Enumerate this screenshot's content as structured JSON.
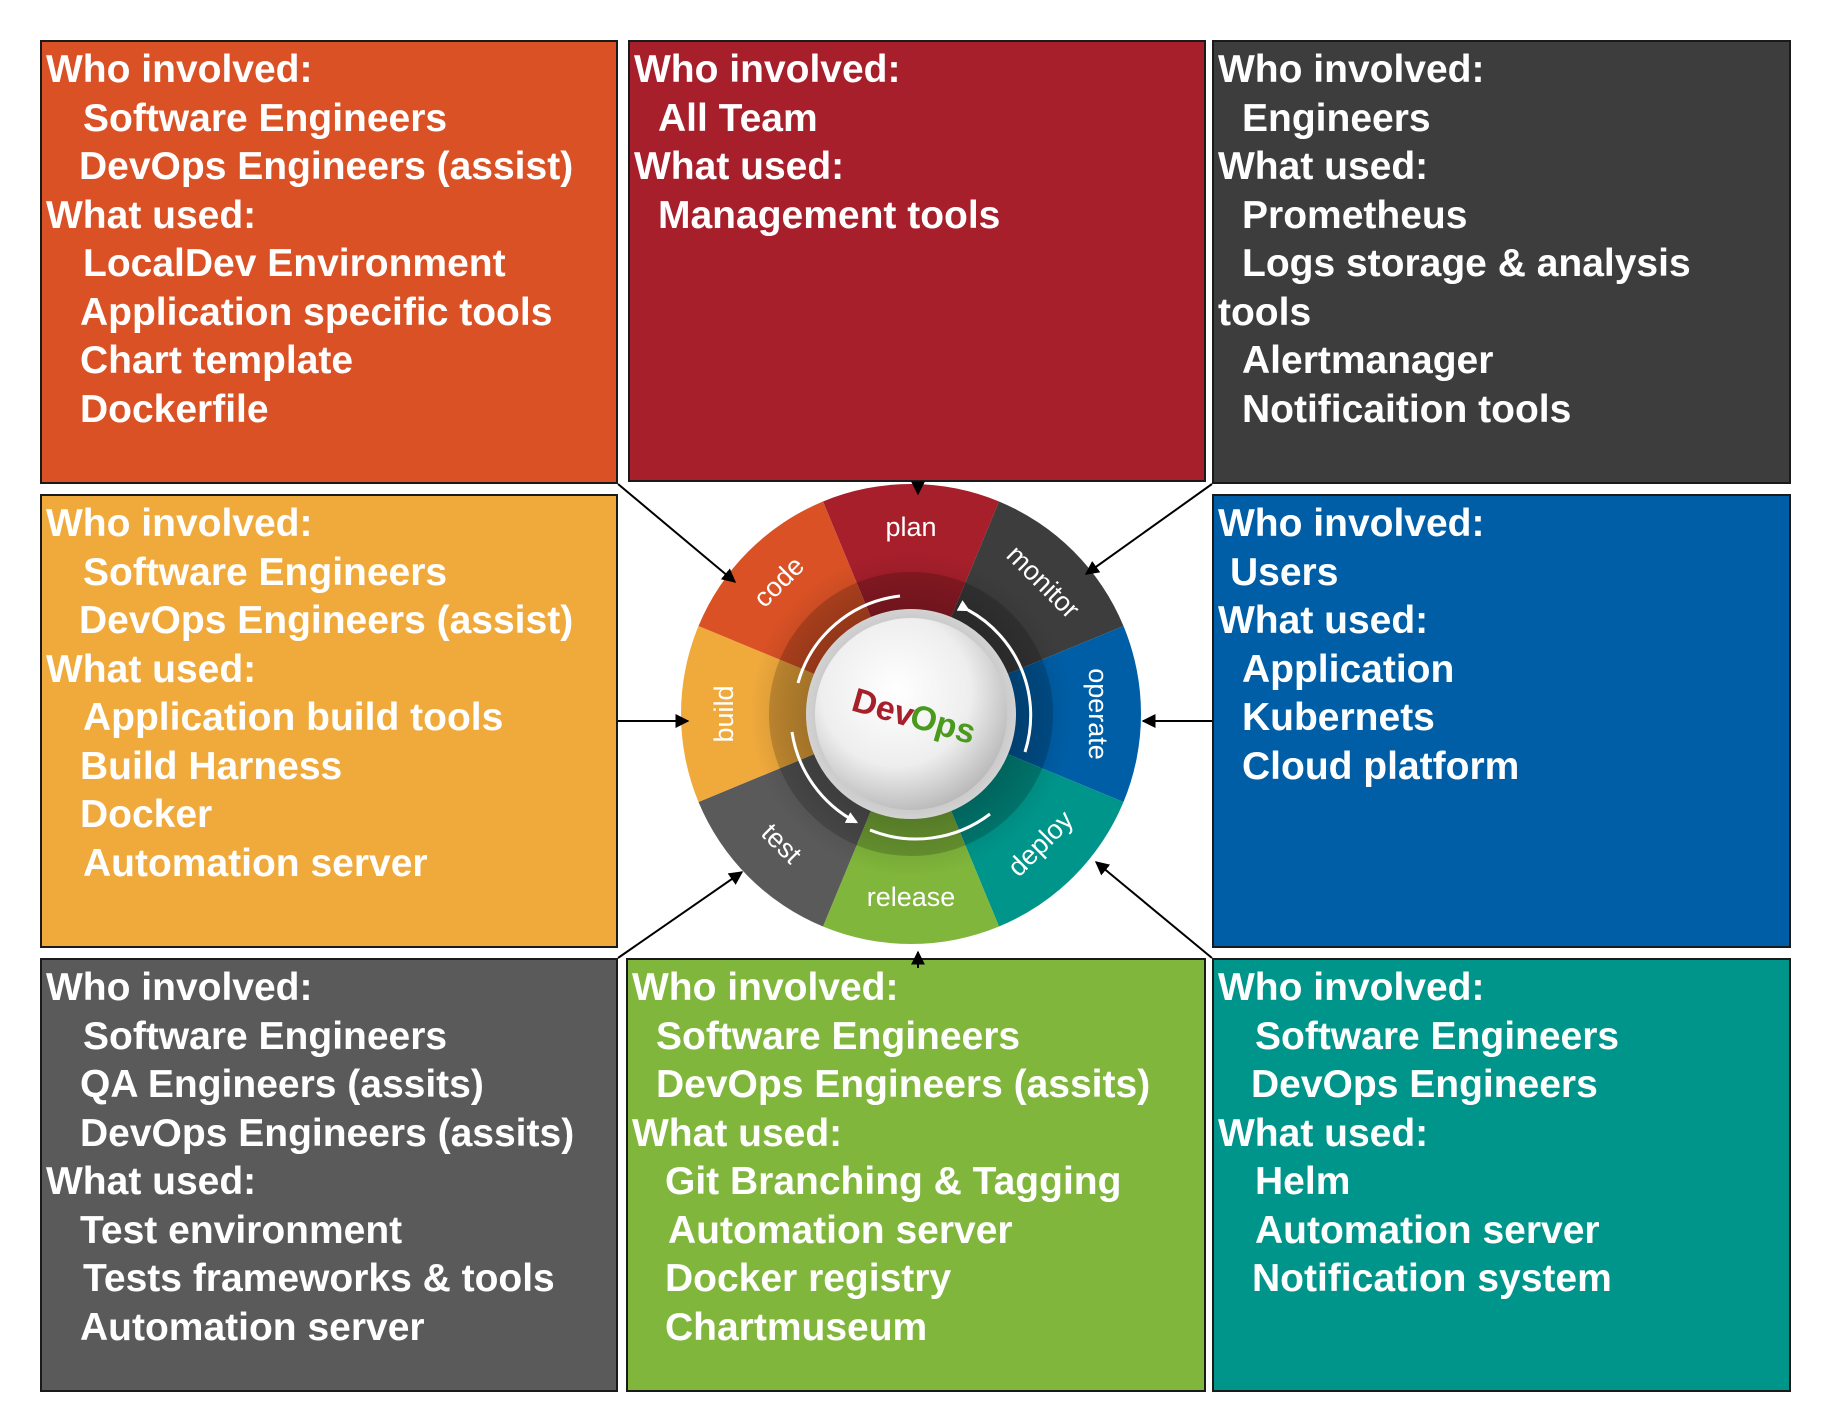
{
  "center_label": {
    "dev": "Dev",
    "ops": "Ops"
  },
  "phases": {
    "plan": "plan",
    "monitor": "monitor",
    "operate": "operate",
    "deploy": "deploy",
    "release": "release",
    "test": "test",
    "build": "build",
    "code": "code"
  },
  "colors": {
    "code": "#d95125",
    "plan": "#a61f2b",
    "monitor": "#3d3d3d",
    "operate": "#005ea6",
    "deploy": "#00958a",
    "release": "#80b63b",
    "test": "#5a5a5a",
    "build": "#f0aa3c"
  },
  "boxes": {
    "code": {
      "who_heading": "Who involved:",
      "who": [
        "Software Engineers",
        "DevOps Engineers (assist)"
      ],
      "what_heading": "What used:",
      "what": [
        "LocalDev Environment",
        "Application specific tools",
        "Chart template",
        "Dockerfile"
      ]
    },
    "plan": {
      "who_heading": "Who involved:",
      "who": [
        "All Team"
      ],
      "what_heading": "What used:",
      "what": [
        "Management tools"
      ]
    },
    "monitor": {
      "who_heading": "Who involved:",
      "who": [
        "Engineers"
      ],
      "what_heading": "What used:",
      "what": [
        "Prometheus",
        "Logs storage & analysis",
        "Alertmanager",
        "Notificaition tools"
      ],
      "what_wrap": "tools"
    },
    "build": {
      "who_heading": "Who involved:",
      "who": [
        "Software Engineers",
        "DevOps Engineers (assist)"
      ],
      "what_heading": "What used:",
      "what": [
        "Application build tools",
        "Build Harness",
        "Docker",
        "Automation server"
      ]
    },
    "operate": {
      "who_heading": "Who involved:",
      "who": [
        "Users"
      ],
      "what_heading": "What used:",
      "what": [
        "Application",
        "Kubernets",
        "Cloud platform"
      ]
    },
    "test": {
      "who_heading": "Who involved:",
      "who": [
        "Software Engineers",
        "QA Engineers (assits)",
        "DevOps Engineers (assits)"
      ],
      "what_heading": "What used:",
      "what": [
        "Test environment",
        "Tests frameworks & tools",
        "Automation server"
      ]
    },
    "release": {
      "who_heading": "Who involved:",
      "who": [
        "Software Engineers",
        "DevOps Engineers (assits)"
      ],
      "what_heading": "What used:",
      "what": [
        "Git Branching &  Tagging",
        "Automation server",
        "Docker registry",
        "Chartmuseum"
      ]
    },
    "deploy": {
      "who_heading": "Who involved:",
      "who": [
        "Software Engineers",
        "DevOps Engineers"
      ],
      "what_heading": "What used:",
      "what": [
        "Helm",
        "Automation server",
        "Notification system"
      ]
    }
  }
}
